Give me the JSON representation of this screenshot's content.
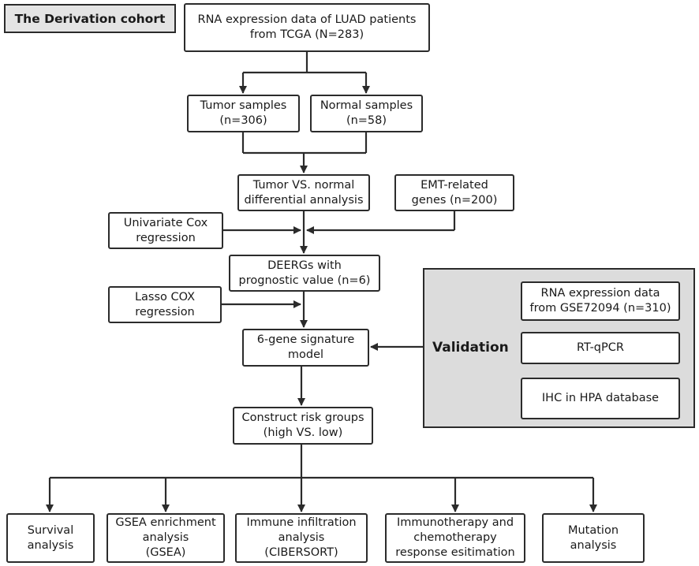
{
  "title": "The Derivation cohort",
  "boxes": {
    "tcga": "RNA expression data of LUAD patients\nfrom TCGA (N=283)",
    "tumor": "Tumor samples\n(n=306)",
    "normal": "Normal samples\n(n=58)",
    "diff": "Tumor VS. normal\ndifferential annalysis",
    "emt": "EMT-related\ngenes (n=200)",
    "unicox": "Univariate Cox\nregression",
    "deergs": "DEERGs with\nprognostic value (n=6)",
    "lasso": "Lasso COX\nregression",
    "signature": "6-gene signature\nmodel",
    "risk": "Construct risk groups\n(high VS. low)",
    "survival": "Survival\nanalysis",
    "gsea": "GSEA enrichment\nanalysis\n(GSEA)",
    "immune": "Immune infiltration\nanalysis\n(CIBERSORT)",
    "immuno": "Immunotherapy and\nchemotherapy\nresponse esitimation",
    "mutation": "Mutation\nanalysis"
  },
  "validation": {
    "label": "Validation",
    "items": [
      "RNA expression data\nfrom GSE72094 (n=310)",
      "RT-qPCR",
      "IHC in HPA database"
    ]
  }
}
